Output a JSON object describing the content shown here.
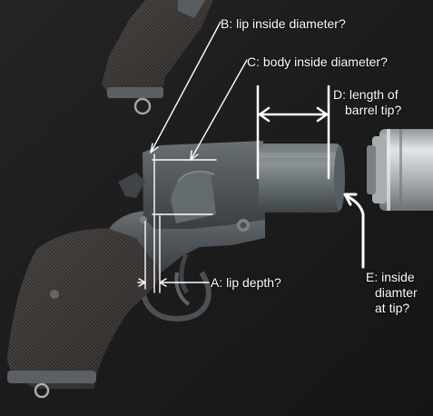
{
  "colors": {
    "background": "#1a1a1a",
    "gun_metal": "#4e5457",
    "grip": "#3a3736",
    "annotation": "#ffffff",
    "adapter": "#b9bec2"
  },
  "annotations": {
    "b": "B: lip inside diameter?",
    "c": "C: body inside diameter?",
    "d_line1": "D: length of",
    "d_line2": "barrel tip?",
    "a": "A: lip depth?",
    "e_line1": "E: inside",
    "e_line2": "diamter",
    "e_line3": "at tip?"
  }
}
